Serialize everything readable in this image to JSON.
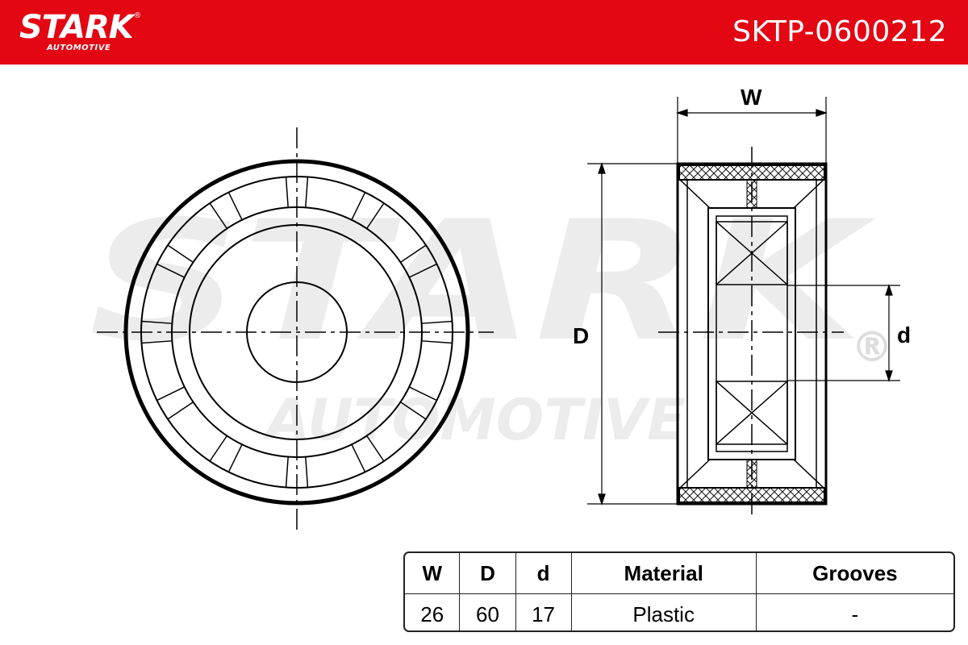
{
  "brand": {
    "name": "STARK",
    "registered": "®",
    "sub": "AUTOMOTIVE",
    "color": "#e30613"
  },
  "part_number": "SKTP-0600212",
  "watermark": {
    "main": "STARK",
    "sub": "AUTOMOTIVE",
    "registered": "®"
  },
  "dimension_labels": {
    "width": "W",
    "diameter": "D",
    "bore": "d"
  },
  "spec_table": {
    "headers": [
      "W",
      "D",
      "d",
      "Material",
      "Grooves"
    ],
    "values": [
      "26",
      "60",
      "17",
      "Plastic",
      "-"
    ]
  }
}
